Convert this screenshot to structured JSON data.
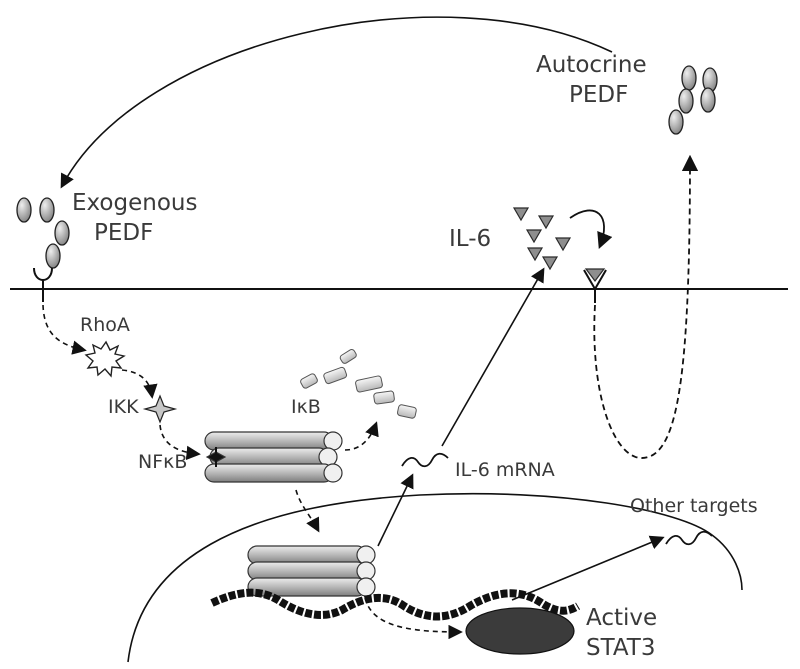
{
  "labels": {
    "autocrine_line1": "Autocrine",
    "autocrine_line2": "PEDF",
    "exogenous_line1": "Exogenous",
    "exogenous_line2": "PEDF",
    "il6": "IL-6",
    "rhoa": "RhoA",
    "ikk": "IKK",
    "ikb": "IκB",
    "nfkb": "NFκB",
    "il6_mrna": "IL-6 mRNA",
    "other_targets": "Other targets",
    "active_line1": "Active",
    "active_line2": "STAT3"
  },
  "colors": {
    "line": "#111111",
    "cylinder_fill": "#c9c9c9",
    "cylinder_end": "#f2f2f2",
    "pedf_fill": "#b4b4b4",
    "il6_fill": "#8c8c8c",
    "ikb_fill": "#dedede",
    "stat3_fill": "#3b3b3b"
  }
}
